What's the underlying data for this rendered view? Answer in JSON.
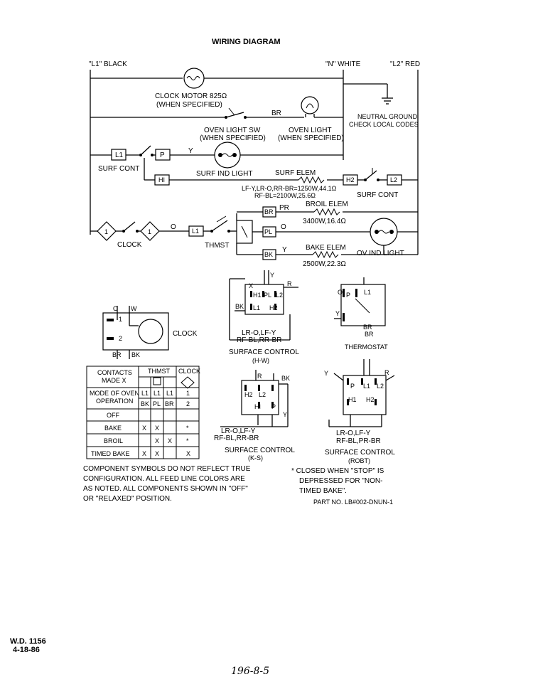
{
  "title": "WIRING DIAGRAM",
  "rails": {
    "l1": "\"L1\" BLACK",
    "n": "\"N\" WHITE",
    "l2": "\"L2\" RED"
  },
  "ground": {
    "line1": "NEUTRAL GROUND",
    "line2": "CHECK LOCAL CODES"
  },
  "clock_motor": {
    "line1": "CLOCK MOTOR 825Ω",
    "line2": "(WHEN SPECIFIED)"
  },
  "oven_light_sw": {
    "line1": "OVEN LIGHT SW",
    "line2": "(WHEN SPECIFIED)"
  },
  "oven_light": {
    "line1": "OVEN LIGHT",
    "line2": "(WHEN SPECIFIED)"
  },
  "wire_colors": {
    "br": "BR",
    "y": "Y",
    "pr": "PR",
    "o": "O"
  },
  "terminals": {
    "l1": "L1",
    "p": "P",
    "hi": "HI",
    "h2": "H2",
    "l2": "L2",
    "br": "BR",
    "pl": "PL",
    "bk": "BK"
  },
  "surf_cont_left": "SURF CONT",
  "surf_cont_right": "SURF CONT",
  "surf_ind_light": "SURF IND LIGHT",
  "surf_elem": {
    "label": "SURF ELEM",
    "line1": "LF-Y,LR-O,RR-BR=1250W,44.1Ω",
    "line2": "RF-BL=2100W,25.6Ω"
  },
  "broil_elem": {
    "label": "BROIL ELEM",
    "rating": "3400W,16.4Ω"
  },
  "bake_elem": {
    "label": "BAKE ELEM",
    "rating": "2500W,22.3Ω"
  },
  "ov_ind_light": "OV IND LIGHT",
  "clock_label": "CLOCK",
  "thmst_label": "THMST",
  "clock_detail": {
    "label": "CLOCK",
    "o": "O",
    "w": "W",
    "n1": "1",
    "n2": "2",
    "br": "BR",
    "bk": "BK"
  },
  "surface_control_hw": {
    "terms": [
      "H1",
      "PL",
      "L2",
      "L1",
      "H2"
    ],
    "wires": [
      "Y",
      "R",
      "BK"
    ],
    "mark": "X",
    "sub1": "LR-O,LF-Y",
    "sub2": "RF-BL,RR-BR",
    "title": "SURFACE CONTROL",
    "code": "(H-W)"
  },
  "thermostat_detail": {
    "terms": [
      "O",
      "P",
      "L1",
      "Y",
      "BR"
    ],
    "sub": "BR",
    "title": "THERMOSTAT"
  },
  "surface_control_ks": {
    "terms": [
      "R",
      "H2",
      "L2",
      "HI",
      "P",
      "BK",
      "Y"
    ],
    "sub1": "LR-O,LF-Y",
    "sub2": "RF-BL,RR-BR",
    "title": "SURFACE CONTROL",
    "code": "(K-S)"
  },
  "surface_control_robt": {
    "terms": [
      "Y",
      "P",
      "L1",
      "H1",
      "H2",
      "R",
      "L2"
    ],
    "sub1": "LR-O,LF-Y",
    "sub2": "RF-BL,PR-BR",
    "title": "SURFACE CONTROL",
    "code": "(ROBT)"
  },
  "contacts_table": {
    "head_left": [
      "CONTACTS",
      "MADE X"
    ],
    "head_thmst": "THMST",
    "head_clock": "CLOCK",
    "mode_label": [
      "MODE OF OVEN",
      "OPERATION"
    ],
    "sub_terms": [
      "L1",
      "L1",
      "L1",
      "1"
    ],
    "sub_terms2": [
      "BK",
      "PL",
      "BR",
      "2"
    ],
    "rows": [
      {
        "mode": "OFF",
        "c": [
          "",
          "",
          "",
          ""
        ]
      },
      {
        "mode": "BAKE",
        "c": [
          "X",
          "X",
          "",
          "*"
        ]
      },
      {
        "mode": "BROIL",
        "c": [
          "",
          "X",
          "X",
          "*"
        ]
      },
      {
        "mode": "TIMED BAKE",
        "c": [
          "X",
          "X",
          "",
          "X"
        ]
      }
    ]
  },
  "note_left": [
    "COMPONENT SYMBOLS DO NOT REFLECT TRUE",
    "CONFIGURATION. ALL FEED LINE COLORS ARE",
    "AS NOTED. ALL COMPONENTS SHOWN IN \"OFF\"",
    "OR \"RELAXED\" POSITION."
  ],
  "note_right": [
    "* CLOSED WHEN \"STOP\" IS",
    "DEPRESSED FOR \"NON-",
    "TIMED BAKE\"."
  ],
  "part_no": "PART NO. LB#002-DNUN-1",
  "wd": "W.D. 1156",
  "date": "4-18-86",
  "handwritten": "196-8-5"
}
